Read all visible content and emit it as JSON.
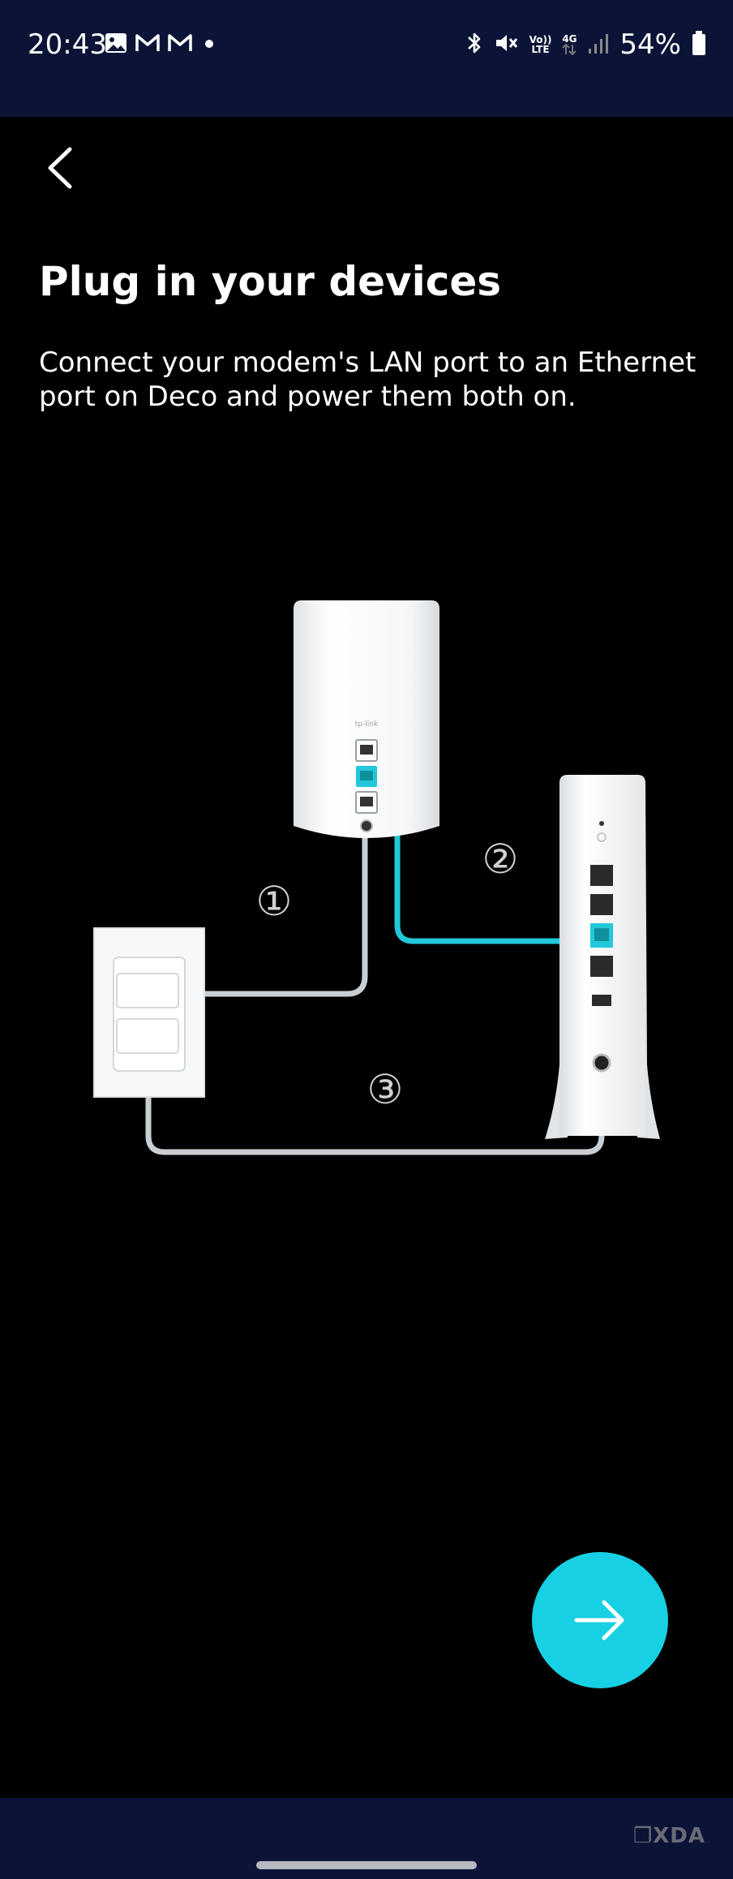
{
  "status_bar": {
    "time": "20:43",
    "battery": "54%",
    "network_top": "Vo))",
    "network_bottom": "LTE",
    "generation": "4G",
    "icons": [
      "gallery-icon",
      "gmail-icon",
      "gmail-icon",
      "dot-icon",
      "bluetooth-icon",
      "mute-icon",
      "signal-icon",
      "battery-icon"
    ]
  },
  "page": {
    "title": "Plug in your devices",
    "instructions": "Connect your modem's LAN port to an Ethernet port on Deco and power them both on."
  },
  "diagram": {
    "deco_brand": "tp-link",
    "steps": [
      "①",
      "②",
      "③"
    ]
  },
  "watermark": "❐XDA",
  "colors": {
    "accent": "#17d0e3",
    "status_bar_bg": "#0b1437",
    "cable_gray": "#c8cfd4"
  }
}
